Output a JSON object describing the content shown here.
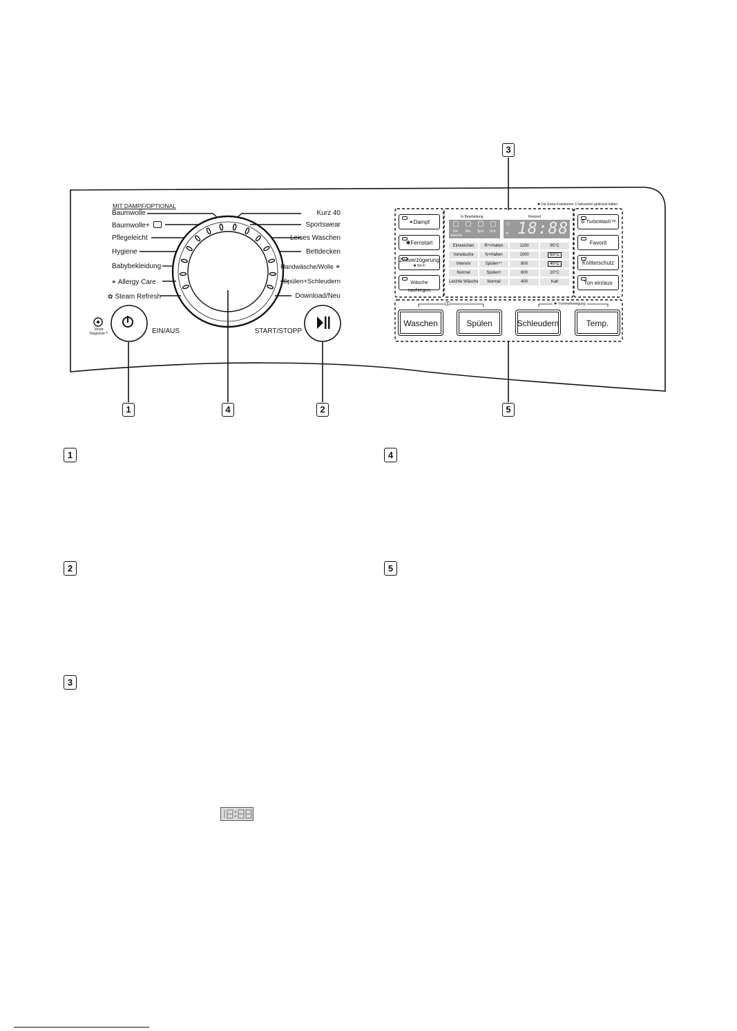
{
  "dial": {
    "header": "MIT DAMPF/OPTIONAL",
    "left_programs": [
      "Baumwolle",
      "Baumwolle+",
      "Pflegeleicht",
      "Hygiene",
      "Babybekleidung",
      "Allergy Care",
      "Steam Refresh"
    ],
    "right_programs": [
      "Kurz 40",
      "Sportswear",
      "Leises Waschen",
      "Bettdecken",
      "Handwäsche/Wolle",
      "Spülen+Schleudern",
      "Download/Neu"
    ]
  },
  "power": {
    "label": "EIN/AUS",
    "smart_label_1": "Smart",
    "smart_label_2": "Diagnosis™"
  },
  "start": {
    "label": "START/STOPP"
  },
  "display": {
    "note": "Für Extra-Funktionen 3 Sekunden gedrückt halten",
    "in_progress_label": "In Bearbeitung",
    "remaining_label": "Restzeit",
    "time": "18:88",
    "stage_icons": [
      "Vor-wäsche",
      "Wa.",
      "Spü.",
      "Sch."
    ],
    "wash_col": [
      "Einweichen",
      "Vorwäsche",
      "Intensiv",
      "Normal",
      "Leichte Wäsche"
    ],
    "rinse_col": [
      "R²+Halten",
      "N+Halten",
      "Spülen⁴⁺",
      "Spülen⁵",
      "Normal"
    ],
    "spin_col": [
      "1100",
      "1000",
      "800",
      "600",
      "400"
    ],
    "temp_col": [
      "95°C",
      "60°C",
      "40°C",
      "20°C",
      "Kalt"
    ]
  },
  "left_buttons": [
    "Dampf",
    "Fernstart",
    "Zeitverzögerung",
    "Wäsche nachlegen"
  ],
  "left_button_sub": "Wi-Fi",
  "right_buttons": [
    "TurboWash™",
    "Favorit",
    "Knitterschutz",
    "Ton ein/aus"
  ],
  "main_buttons": [
    "Waschen",
    "Spülen",
    "Schleudern",
    "Temp."
  ],
  "drum_clean_label": "Trommelreinigung",
  "callouts": [
    "1",
    "2",
    "3",
    "4",
    "5"
  ],
  "section_numbers": [
    "1",
    "2",
    "3",
    "4",
    "5"
  ]
}
